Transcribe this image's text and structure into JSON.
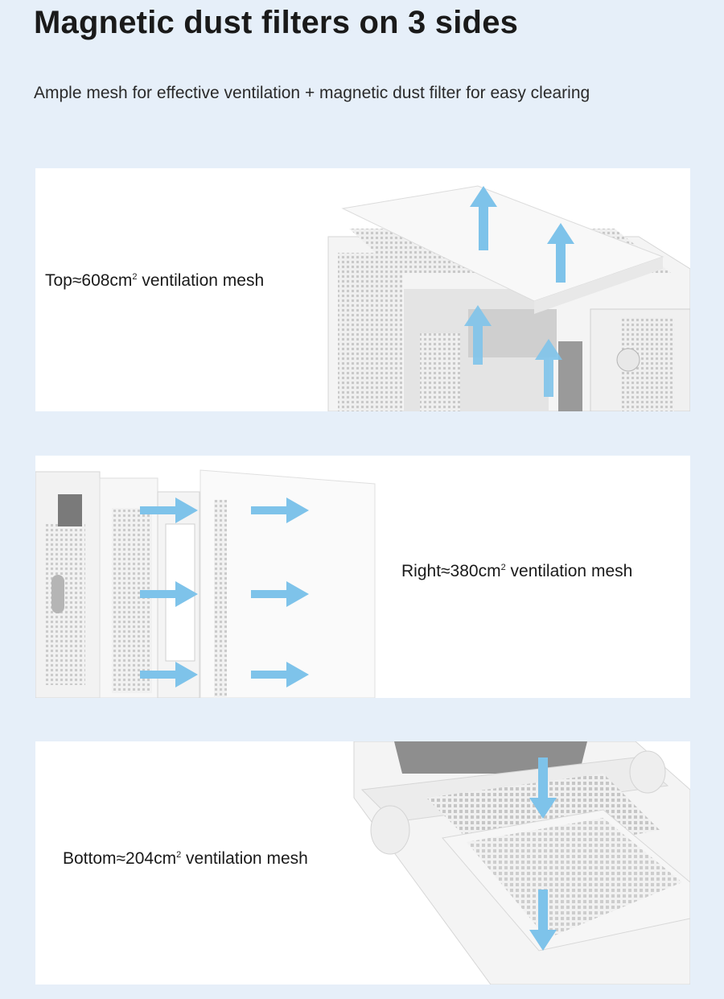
{
  "header": {
    "title": "Magnetic dust filters on 3 sides",
    "subtitle": "Ample mesh for effective ventilation + magnetic dust filter for easy clearing"
  },
  "panels": [
    {
      "prefix": "Top≈608cm",
      "sup": "2",
      "suffix": " ventilation mesh"
    },
    {
      "prefix": "Right≈380cm",
      "sup": "2",
      "suffix": " ventilation mesh"
    },
    {
      "prefix": "Bottom≈204cm",
      "sup": "2",
      "suffix": " ventilation mesh"
    }
  ],
  "colors": {
    "background": "#e6eff9",
    "panel": "#ffffff",
    "arrow": "#7ec3ea",
    "case": "#f2f2f2",
    "mesh": "#d8d8d8"
  },
  "icons": [
    "arrow-up-icon",
    "arrow-right-icon",
    "arrow-down-icon"
  ]
}
